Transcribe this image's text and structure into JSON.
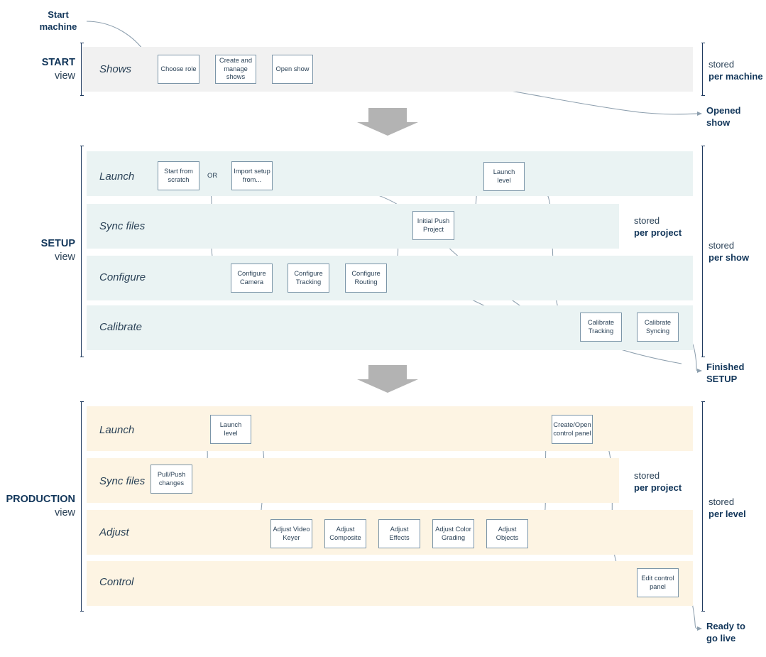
{
  "diagram": {
    "title": "Workflow phases: START, SETUP, PRODUCTION",
    "colors": {
      "start_band": "#f1f1f1",
      "setup_band": "#eaf3f3",
      "production_band": "#fdf4e3",
      "text": "#2b4257",
      "heading": "#12365a",
      "node_border": "#7b95a8",
      "connector": "#8d9fae",
      "big_arrow": "#b3b3b3"
    }
  },
  "phases": [
    {
      "id": "start",
      "label_line1": "START",
      "label_line2": "view",
      "rows": [
        {
          "label": "Shows",
          "nodes": [
            {
              "label": "Choose role"
            },
            {
              "label": "Create and manage shows"
            },
            {
              "label": "Open show"
            }
          ]
        }
      ],
      "annotations": [
        {
          "line1": "stored",
          "line2": "per machine"
        }
      ]
    },
    {
      "id": "setup",
      "label_line1": "SETUP",
      "label_line2": "view",
      "rows": [
        {
          "label": "Launch",
          "nodes": [
            {
              "label": "Start from scratch"
            },
            {
              "label": "Import setup from..."
            },
            {
              "label": "Launch level"
            }
          ]
        },
        {
          "label": "Sync files",
          "nodes": [
            {
              "label": "Initial Push Project"
            }
          ]
        },
        {
          "label": "Configure",
          "nodes": [
            {
              "label": "Configure Camera"
            },
            {
              "label": "Configure Tracking"
            },
            {
              "label": "Configure Routing"
            }
          ]
        },
        {
          "label": "Calibrate",
          "nodes": [
            {
              "label": "Calibrate Tracking"
            },
            {
              "label": "Calibrate Syncing"
            }
          ]
        }
      ],
      "connector_label": "OR",
      "annotations": [
        {
          "line1": "stored",
          "line2": "per project"
        },
        {
          "line1": "stored",
          "line2": "per show"
        }
      ]
    },
    {
      "id": "production",
      "label_line1": "PRODUCTION",
      "label_line2": "view",
      "rows": [
        {
          "label": "Launch",
          "nodes": [
            {
              "label": "Launch level"
            },
            {
              "label": "Create/Open control panel"
            }
          ]
        },
        {
          "label": "Sync files",
          "nodes": [
            {
              "label": "Pull/Push changes"
            }
          ]
        },
        {
          "label": "Adjust",
          "nodes": [
            {
              "label": "Adjust Video Keyer"
            },
            {
              "label": "Adjust Composite"
            },
            {
              "label": "Adjust Effects"
            },
            {
              "label": "Adjust Color Grading"
            },
            {
              "label": "Adjust Objects"
            }
          ]
        },
        {
          "label": "Control",
          "nodes": [
            {
              "label": "Edit control panel"
            }
          ]
        }
      ],
      "annotations": [
        {
          "line1": "stored",
          "line2": "per project"
        },
        {
          "line1": "stored",
          "line2": "per level"
        }
      ]
    }
  ],
  "terminals": [
    {
      "id": "start-machine",
      "line1": "Start",
      "line2": "machine"
    },
    {
      "id": "opened-show",
      "line1": "Opened",
      "line2": "show"
    },
    {
      "id": "finished-setup",
      "line1": "Finished",
      "line2": "SETUP"
    },
    {
      "id": "ready-go-live",
      "line1": "Ready to",
      "line2": "go live"
    }
  ]
}
